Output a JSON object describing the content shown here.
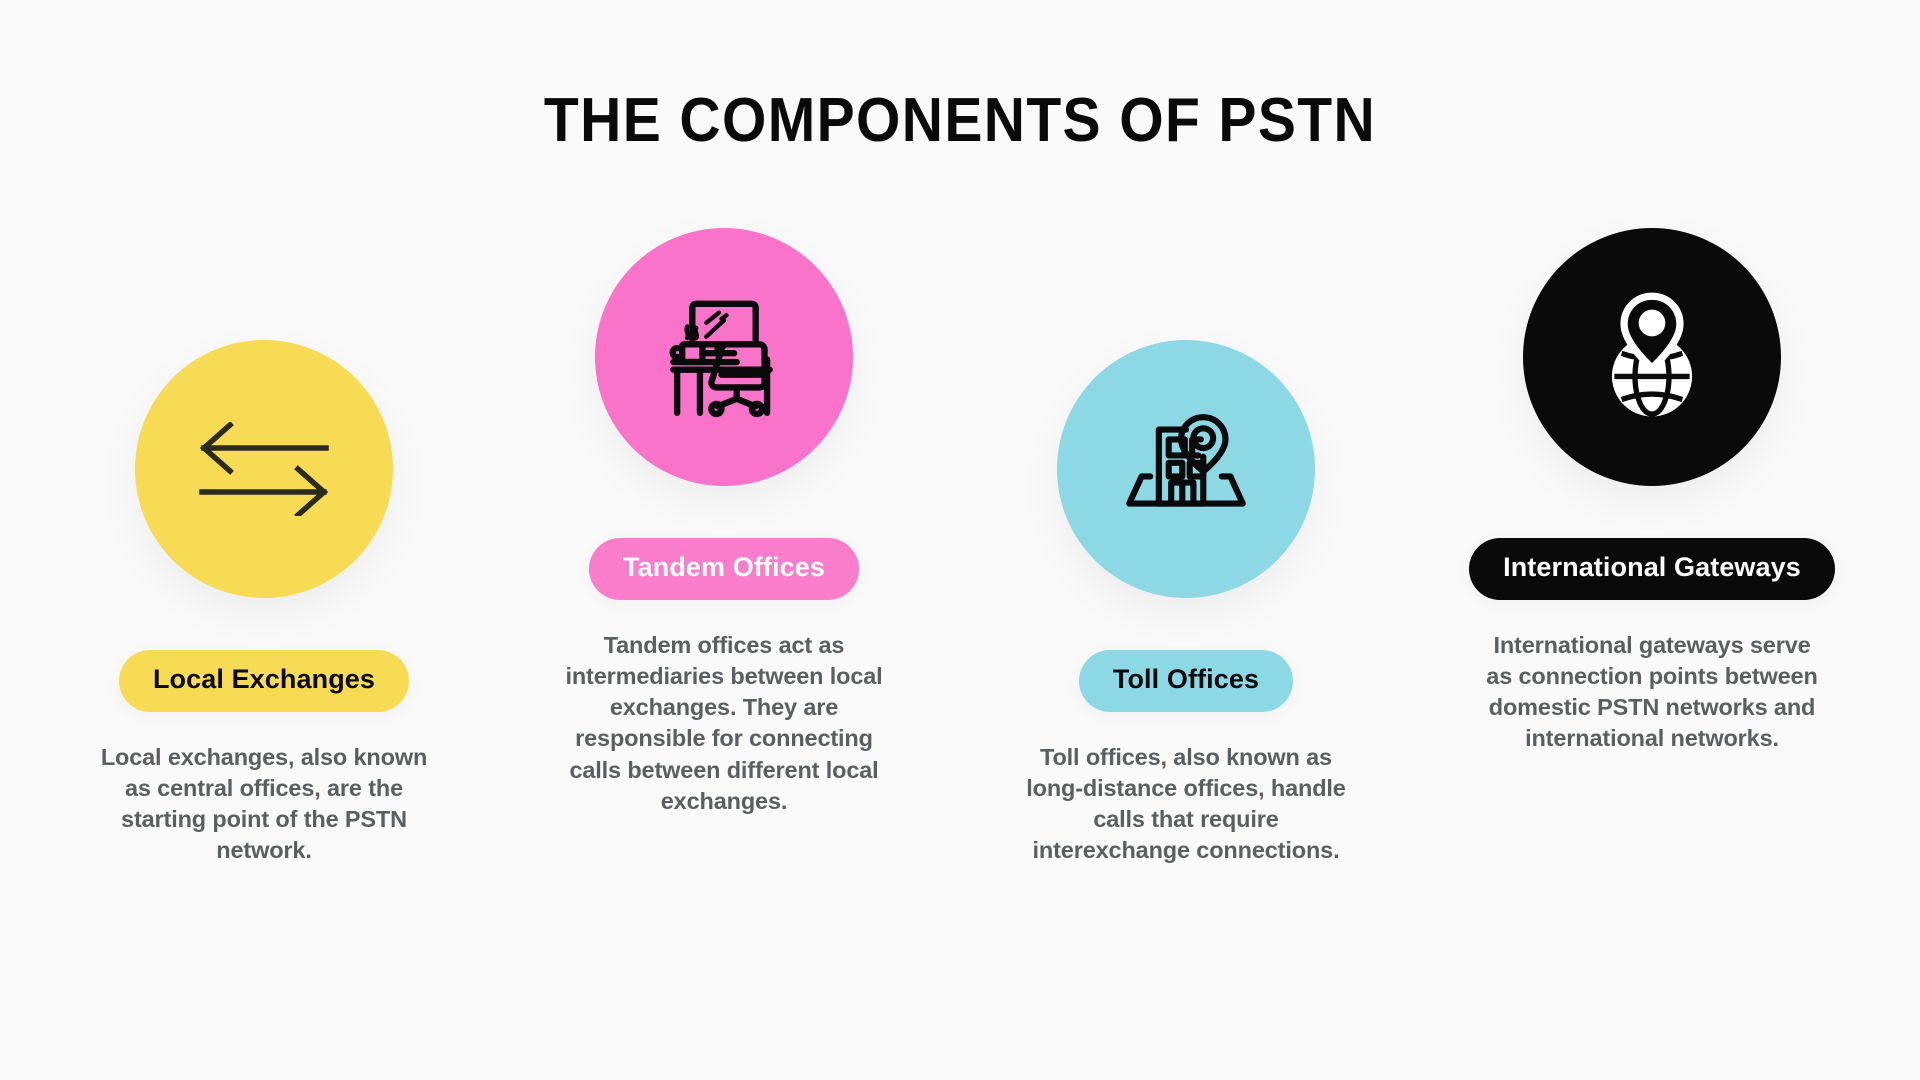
{
  "page": {
    "title": "THE COMPONENTS OF PSTN",
    "background_color": "#FAFAFA",
    "body_text_color": "#5C5F62"
  },
  "cards": [
    {
      "id": "local-exchanges",
      "label": "Local Exchanges",
      "description": "Local exchanges, also known as central offices, are the starting point of the PSTN network.",
      "icon": "two-way-arrows-icon",
      "circle_color": "#F7DB55",
      "pill_color": "#F7DB55",
      "pill_text_color": "#0A0A0A",
      "icon_color": "#2B2B20"
    },
    {
      "id": "tandem-offices",
      "label": "Tandem Offices",
      "description": "Tandem offices act as intermediaries between local exchanges. They are responsible for connecting calls between different local exchanges.",
      "icon": "office-desk-icon",
      "circle_color": "#F973CB",
      "pill_color": "#F97DCB",
      "pill_text_color": "#FFFFFF",
      "icon_color": "#0A0A0A"
    },
    {
      "id": "toll-offices",
      "label": "Toll Offices",
      "description": "Toll offices, also known as long-distance offices, handle calls that require interexchange connections.",
      "icon": "building-location-pin-icon",
      "circle_color": "#8CD8E5",
      "pill_color": "#8CD8E5",
      "pill_text_color": "#0A0A0A",
      "icon_color": "#0A0A0A"
    },
    {
      "id": "international-gateways",
      "label": "International Gateways",
      "description": "International gateways serve as connection points between domestic PSTN networks and international networks.",
      "icon": "globe-location-pin-icon",
      "circle_color": "#0A0A0A",
      "pill_color": "#0A0A0A",
      "pill_text_color": "#FFFFFF",
      "icon_color": "#FFFFFF"
    }
  ]
}
